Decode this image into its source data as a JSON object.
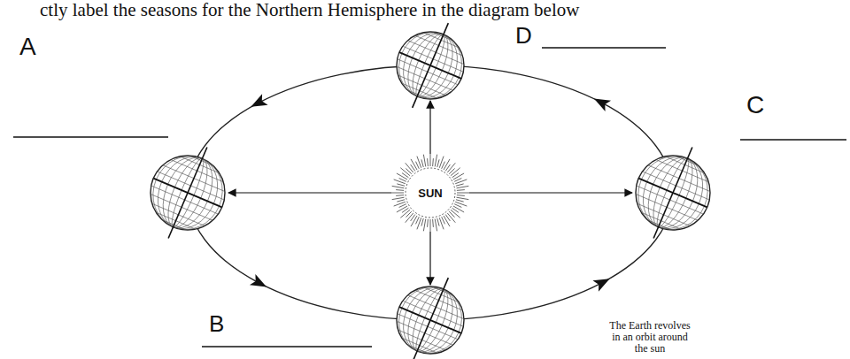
{
  "diagram": {
    "title": "ctly label the seasons for the Northern Hemisphere in the diagram below",
    "nodes": [
      {
        "text": [
          "SUN"
        ]
      }
    ],
    "labels": [
      "A",
      "D",
      "C",
      "B",
      "The Earth revolves in an orbit around the sun"
    ]
  }
}
